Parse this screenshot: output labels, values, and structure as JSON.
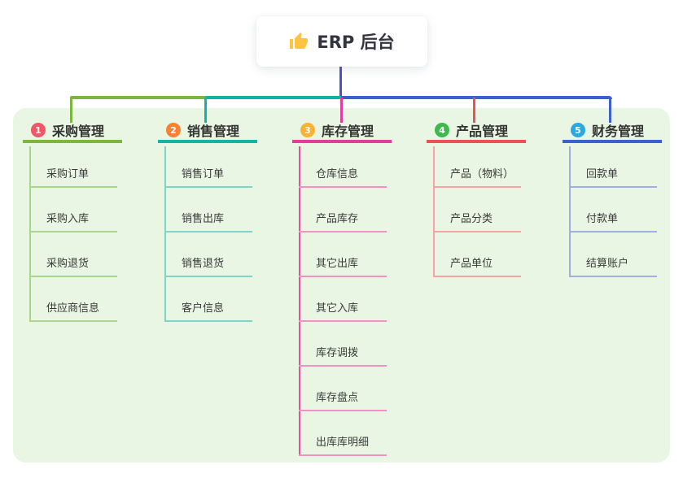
{
  "root": {
    "title": "ERP 后台",
    "icon": "thumbs-up-icon"
  },
  "canvas": {
    "page_background": "#FFFFFF",
    "panel_background": "#E8F6E3",
    "trunk_color": "#4B53C7"
  },
  "branches": [
    {
      "number": "1",
      "label": "采购管理",
      "colors": {
        "badge": "#F25667",
        "line": "#7CB63E",
        "sub": "#A9D68C",
        "rail": "#A9D68C"
      },
      "items": [
        "采购订单",
        "采购入库",
        "采购退货",
        "供应商信息"
      ]
    },
    {
      "number": "2",
      "label": "销售管理",
      "colors": {
        "badge": "#F9812F",
        "line": "#10B5A5",
        "sub": "#7FD3C9",
        "rail": "#7FD3C9"
      },
      "items": [
        "销售订单",
        "销售出库",
        "销售退货",
        "客户信息"
      ]
    },
    {
      "number": "3",
      "label": "库存管理",
      "colors": {
        "badge": "#F9B233",
        "line": "#E43C9E",
        "sub": "#F391C5",
        "rail": "#ED4C9F"
      },
      "items": [
        "仓库信息",
        "产品库存",
        "其它出库",
        "其它入库",
        "库存调拨",
        "库存盘点",
        "出库库明细"
      ]
    },
    {
      "number": "4",
      "label": "产品管理",
      "colors": {
        "badge": "#3EB94E",
        "line": "#F24F55",
        "sub": "#F7A3A4",
        "rail": "#F7A3A4"
      },
      "items": [
        "产品（物料）",
        "产品分类",
        "产品单位"
      ]
    },
    {
      "number": "5",
      "label": "财务管理",
      "colors": {
        "badge": "#2BA8E0",
        "line": "#3B60D1",
        "sub": "#9DB0E2",
        "rail": "#9DB0E2"
      },
      "items": [
        "回款单",
        "付款单",
        "结算账户"
      ]
    }
  ]
}
